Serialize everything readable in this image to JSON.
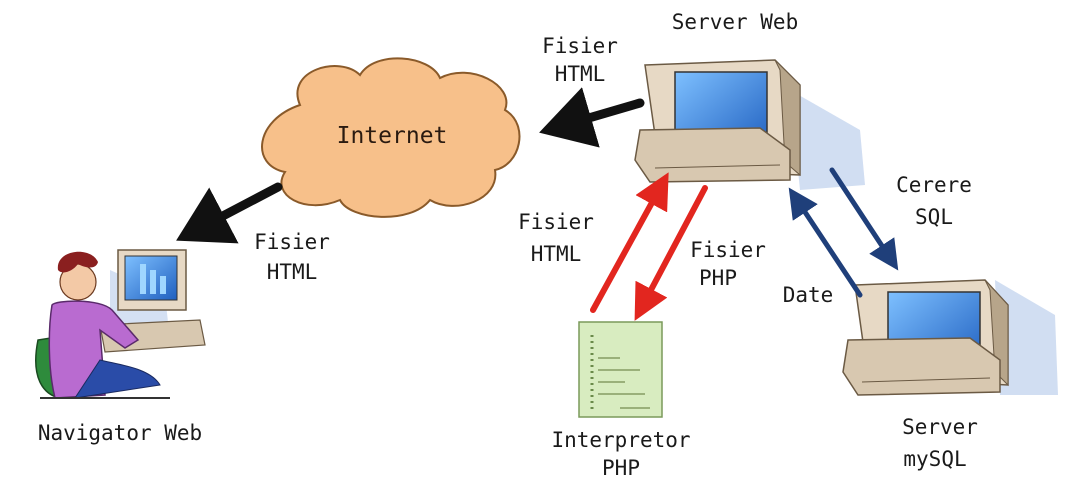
{
  "nodes": {
    "internet": "Internet",
    "server_web": "Server Web",
    "navigator_web": "Navigator Web",
    "interpretor_php": [
      "Interpretor",
      "PHP"
    ],
    "server_mysql": [
      "Server",
      "mySQL"
    ]
  },
  "edges": {
    "server_to_internet": [
      "Fisier",
      "HTML"
    ],
    "internet_to_navigator": [
      "Fisier",
      "HTML"
    ],
    "interpretor_to_server": [
      "Fisier",
      "HTML"
    ],
    "server_to_interpretor": [
      "Fisier",
      "PHP"
    ],
    "server_to_mysql": [
      "Cerere",
      "SQL"
    ],
    "mysql_to_server": "Date"
  },
  "colors": {
    "cloud_fill": "#f7c08a",
    "cloud_stroke": "#8a5a2a",
    "arrow_black": "#111111",
    "arrow_red": "#e2261f",
    "arrow_blue": "#1f3f7a",
    "monitor_beige": "#e7d9c5",
    "screen_blue": "#3a8fe0",
    "document_green": "#d8ecc0"
  }
}
